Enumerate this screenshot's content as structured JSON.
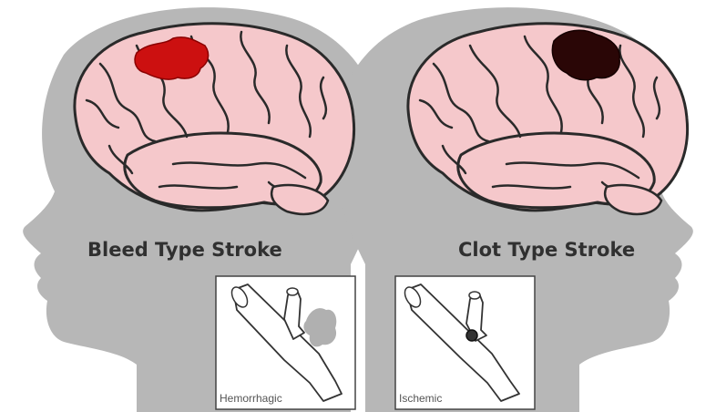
{
  "figure": {
    "left_panel": {
      "title": "Bleed Type Stroke",
      "inset_label": "Hemorrhagic",
      "lesion_color": "#cc1010",
      "lesion_icon": "blood-bleed-icon"
    },
    "right_panel": {
      "title": "Clot Type Stroke",
      "inset_label": "Ischemic",
      "lesion_color": "#2a0606",
      "lesion_icon": "blood-clot-icon"
    },
    "colors": {
      "head_silhouette": "#b7b7b7",
      "brain_fill": "#f5c8cb",
      "brain_outline": "#2a2a2a",
      "inset_bg": "#ffffff",
      "inset_border": "#444444"
    }
  }
}
